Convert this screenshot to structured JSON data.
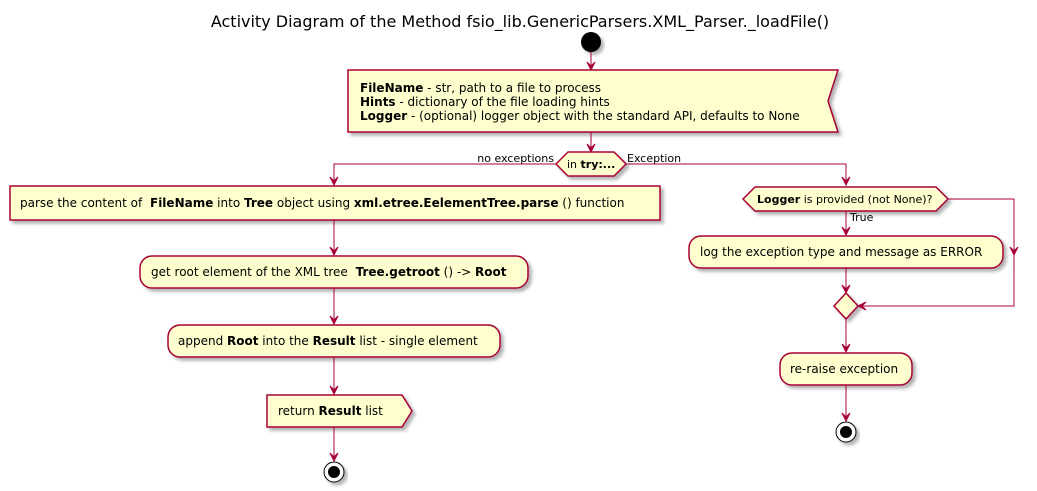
{
  "title": "Activity Diagram of the Method fsio_lib.GenericParsers.XML_Parser._loadFile()",
  "input": {
    "line1": {
      "b": "FileName",
      "t": " - str, path to a file to process"
    },
    "line2": {
      "b": "Hints",
      "t": " - dictionary of the file loading hints"
    },
    "line3": {
      "b": "Logger",
      "t": " - (optional) logger object with the standard API, defaults to None"
    }
  },
  "try_decision": {
    "pre": "in ",
    "b": "try:...",
    "left_label": "no exceptions",
    "right_label": "Exception"
  },
  "parse": {
    "a": "parse the content of ",
    "b1": "FileName",
    "c": " into ",
    "b2": "Tree",
    "d": " object using ",
    "b3": "xml.etree.EelementTree.parse",
    "e": " () function"
  },
  "getroot": {
    "a": "get root element of the XML tree ",
    "b1": "Tree.getroot",
    "c": " () -> ",
    "b2": "Root"
  },
  "append": {
    "a": "append ",
    "b1": "Root",
    "c": " into the ",
    "b2": "Result",
    "d": " list - single element"
  },
  "return_step": {
    "a": "return ",
    "b": "Result",
    "c": " list"
  },
  "logger_decision": {
    "b": "Logger",
    "t": " is provided (not None)?",
    "true_label": "True"
  },
  "log": {
    "text": "log the exception type and message as ERROR"
  },
  "reraise": {
    "text": "re-raise exception"
  },
  "colors": {
    "fill": "#FEFECE",
    "border": "#A80036"
  }
}
